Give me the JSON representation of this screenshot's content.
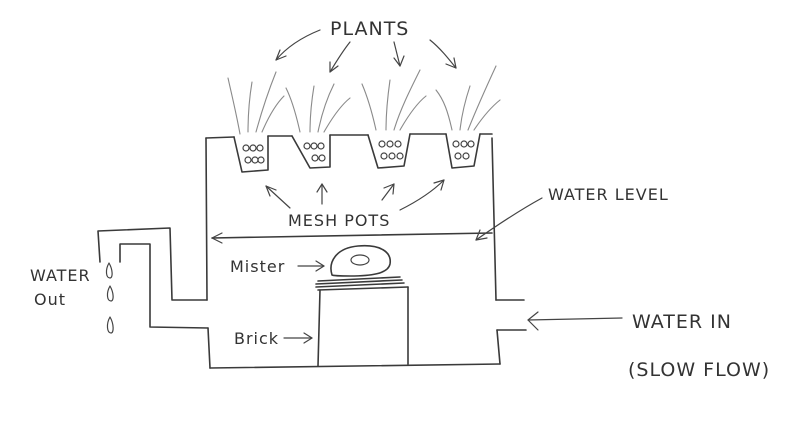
{
  "labels": {
    "plants": "PLANTS",
    "mesh_pots": "MESH POTS",
    "water_level": "WATER LEVEL",
    "water_out_line1": "WATER",
    "water_out_line2": "Out",
    "mister": "Mister",
    "brick": "Brick",
    "water_in": "WATER IN",
    "slow_flow": "(SLOW FLOW)"
  }
}
